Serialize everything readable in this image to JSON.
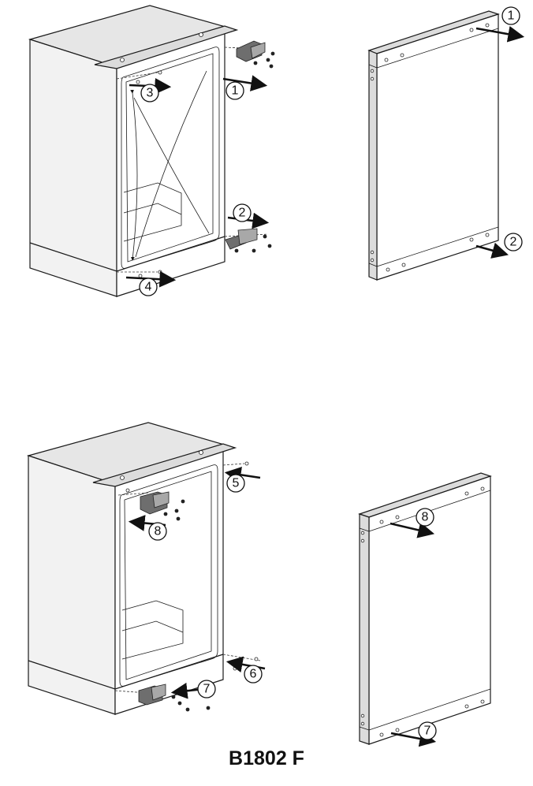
{
  "model": "B1802 F",
  "step_numbers": {
    "s1a": "1",
    "s1b": "1",
    "s2a": "2",
    "s2b": "2",
    "s3": "3",
    "s4": "4",
    "s5": "5",
    "s6": "6",
    "s7a": "7",
    "s7b": "7",
    "s8a": "8",
    "s8b": "8"
  },
  "icons": [
    "cabinet-illustration",
    "door-panel-illustration",
    "hinge-icon",
    "screw-icon",
    "arrow-icon"
  ]
}
